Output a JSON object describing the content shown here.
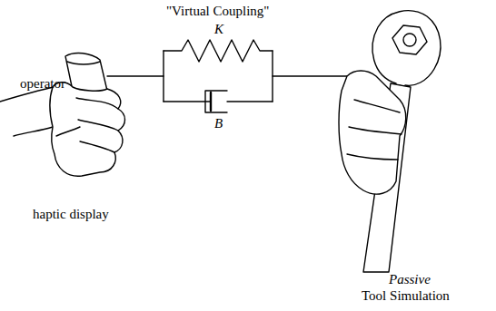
{
  "diagram": {
    "title": "\"Virtual Coupling\"",
    "labels": [
      "operator",
      "K",
      "B",
      "haptic display",
      "Passive",
      "Tool Simulation"
    ]
  }
}
